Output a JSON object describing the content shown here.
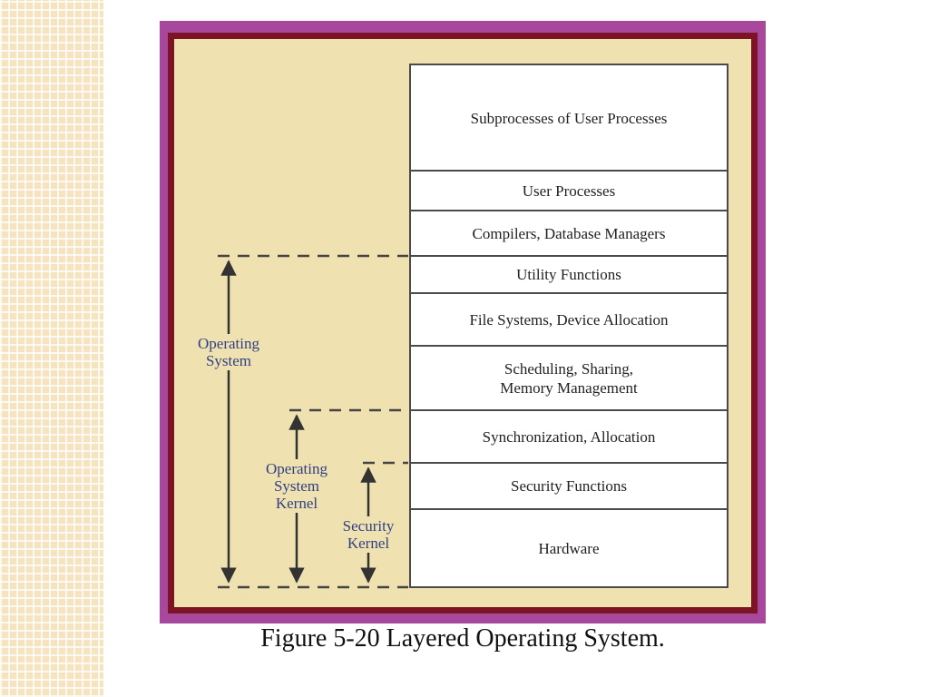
{
  "diagram": {
    "layers": [
      "Subprocesses of User Processes",
      "User Processes",
      "Compilers, Database Managers",
      "Utility Functions",
      "File Systems, Device Allocation",
      "Scheduling, Sharing,\nMemory Management",
      "Synchronization, Allocation",
      "Security Functions",
      "Hardware"
    ],
    "scopes": {
      "operating_system": "Operating\nSystem",
      "os_kernel": "Operating\nSystem\nKernel",
      "security_kernel": "Security\nKernel"
    }
  },
  "caption": "Figure 5-20  Layered Operating System."
}
